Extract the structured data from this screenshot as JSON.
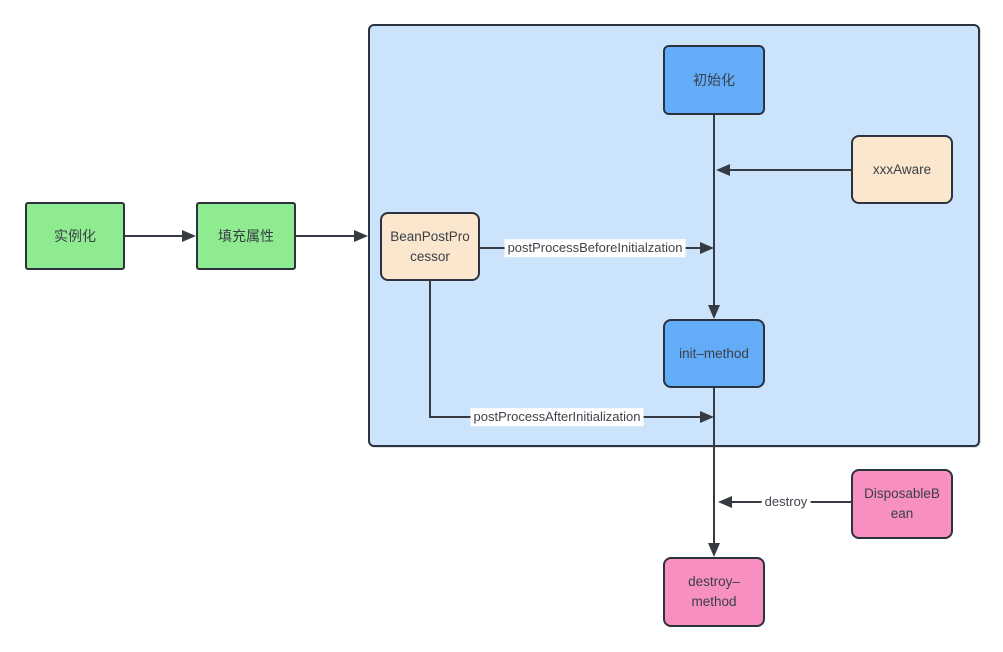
{
  "diagram": {
    "type": "flowchart",
    "description": "Spring bean lifecycle flow diagram",
    "colors": {
      "background": "#ffffff",
      "container_fill": "#cce4fb",
      "node_border": "#2c323e",
      "line": "#363a43",
      "green": "#8feb8f",
      "blue": "#63adf8",
      "tan": "#fbe7cd",
      "pink": "#f78fc1"
    },
    "nodes": {
      "instantiate": {
        "label": "实例化",
        "color": "green"
      },
      "populate": {
        "label": "填充属性",
        "color": "green"
      },
      "beanPostProcessor": {
        "label": "BeanPostPro\ncessor",
        "color": "tan"
      },
      "initialize": {
        "label": "初始化",
        "color": "blue"
      },
      "xxxAware": {
        "label": "xxxAware",
        "color": "tan"
      },
      "initMethod": {
        "label": "init–method",
        "color": "blue"
      },
      "disposableBean": {
        "label": "DisposableB\nean",
        "color": "pink"
      },
      "destroyMethod": {
        "label": "destroy–\nmethod",
        "color": "pink"
      }
    },
    "edges": {
      "instantiateToPopulate": {
        "from": "instantiate",
        "to": "populate",
        "label": ""
      },
      "populateToContainer": {
        "from": "populate",
        "to": "container",
        "label": ""
      },
      "before": {
        "from": "beanPostProcessor",
        "to": "initMethod",
        "label": "postProcessBeforeInitialzation"
      },
      "initializeDown": {
        "from": "initialize",
        "to": "initMethod",
        "label": ""
      },
      "aware": {
        "from": "xxxAware",
        "to": "initializeDown",
        "label": ""
      },
      "after": {
        "from": "beanPostProcessor",
        "to": "initMethod",
        "label": "postProcessAfterInitialization"
      },
      "initToDestroy": {
        "from": "initMethod",
        "to": "destroyMethod",
        "label": ""
      },
      "destroy": {
        "from": "disposableBean",
        "to": "initToDestroy",
        "label": "destroy"
      }
    }
  }
}
